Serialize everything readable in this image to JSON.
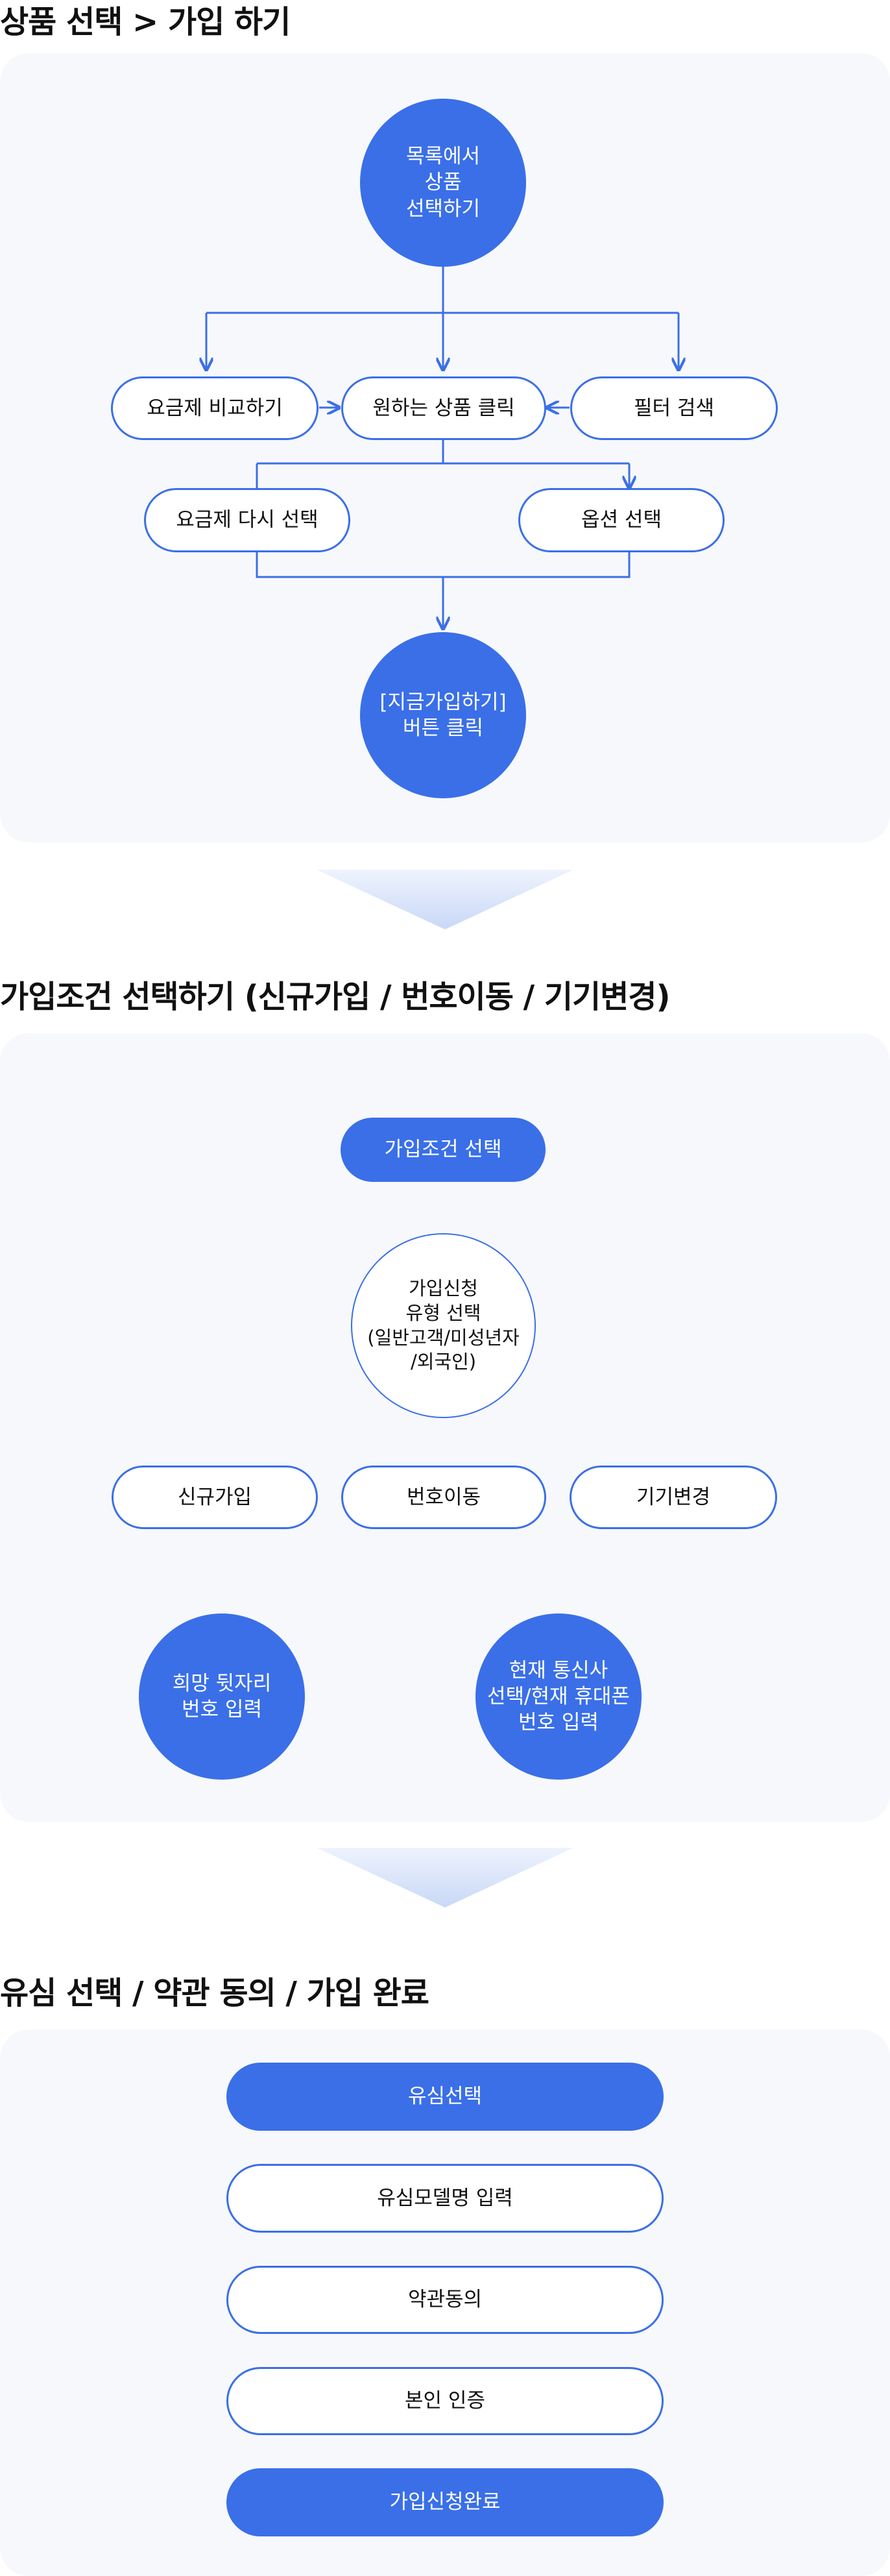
{
  "section1": {
    "title": "상품 선택 > 가입 하기",
    "start": "목록에서\n상품\n선택하기",
    "compare": "요금제 비교하기",
    "wanted": "원하는 상품 클릭",
    "filter": "필터 검색",
    "replan": "요금제 다시 선택",
    "option": "옵션 선택",
    "join_button": "[지금가입하기]\n버튼 클릭"
  },
  "section2": {
    "title": "가입조건 선택하기 (신규가입 / 번호이동 / 기기변경)",
    "condition": "가입조건 선택",
    "type": "가입신청\n유형 선택\n(일반고객/미성년자\n/외국인)",
    "new": "신규가입",
    "port": "번호이동",
    "change": "기기변경",
    "want_number": "희망 뒷자리\n번호 입력",
    "carrier": "현재 통신사\n선택/현재 휴대폰\n번호 입력"
  },
  "section3": {
    "title": "유심 선택 / 약관 동의 / 가입 완료",
    "steps": [
      "유심선택",
      "유심모델명 입력",
      "약관동의",
      "본인 인증",
      "가입신청완료"
    ]
  },
  "colors": {
    "accent": "#3a6fe8",
    "panel": "#f7f8fc",
    "line": "#3b6fe6"
  }
}
